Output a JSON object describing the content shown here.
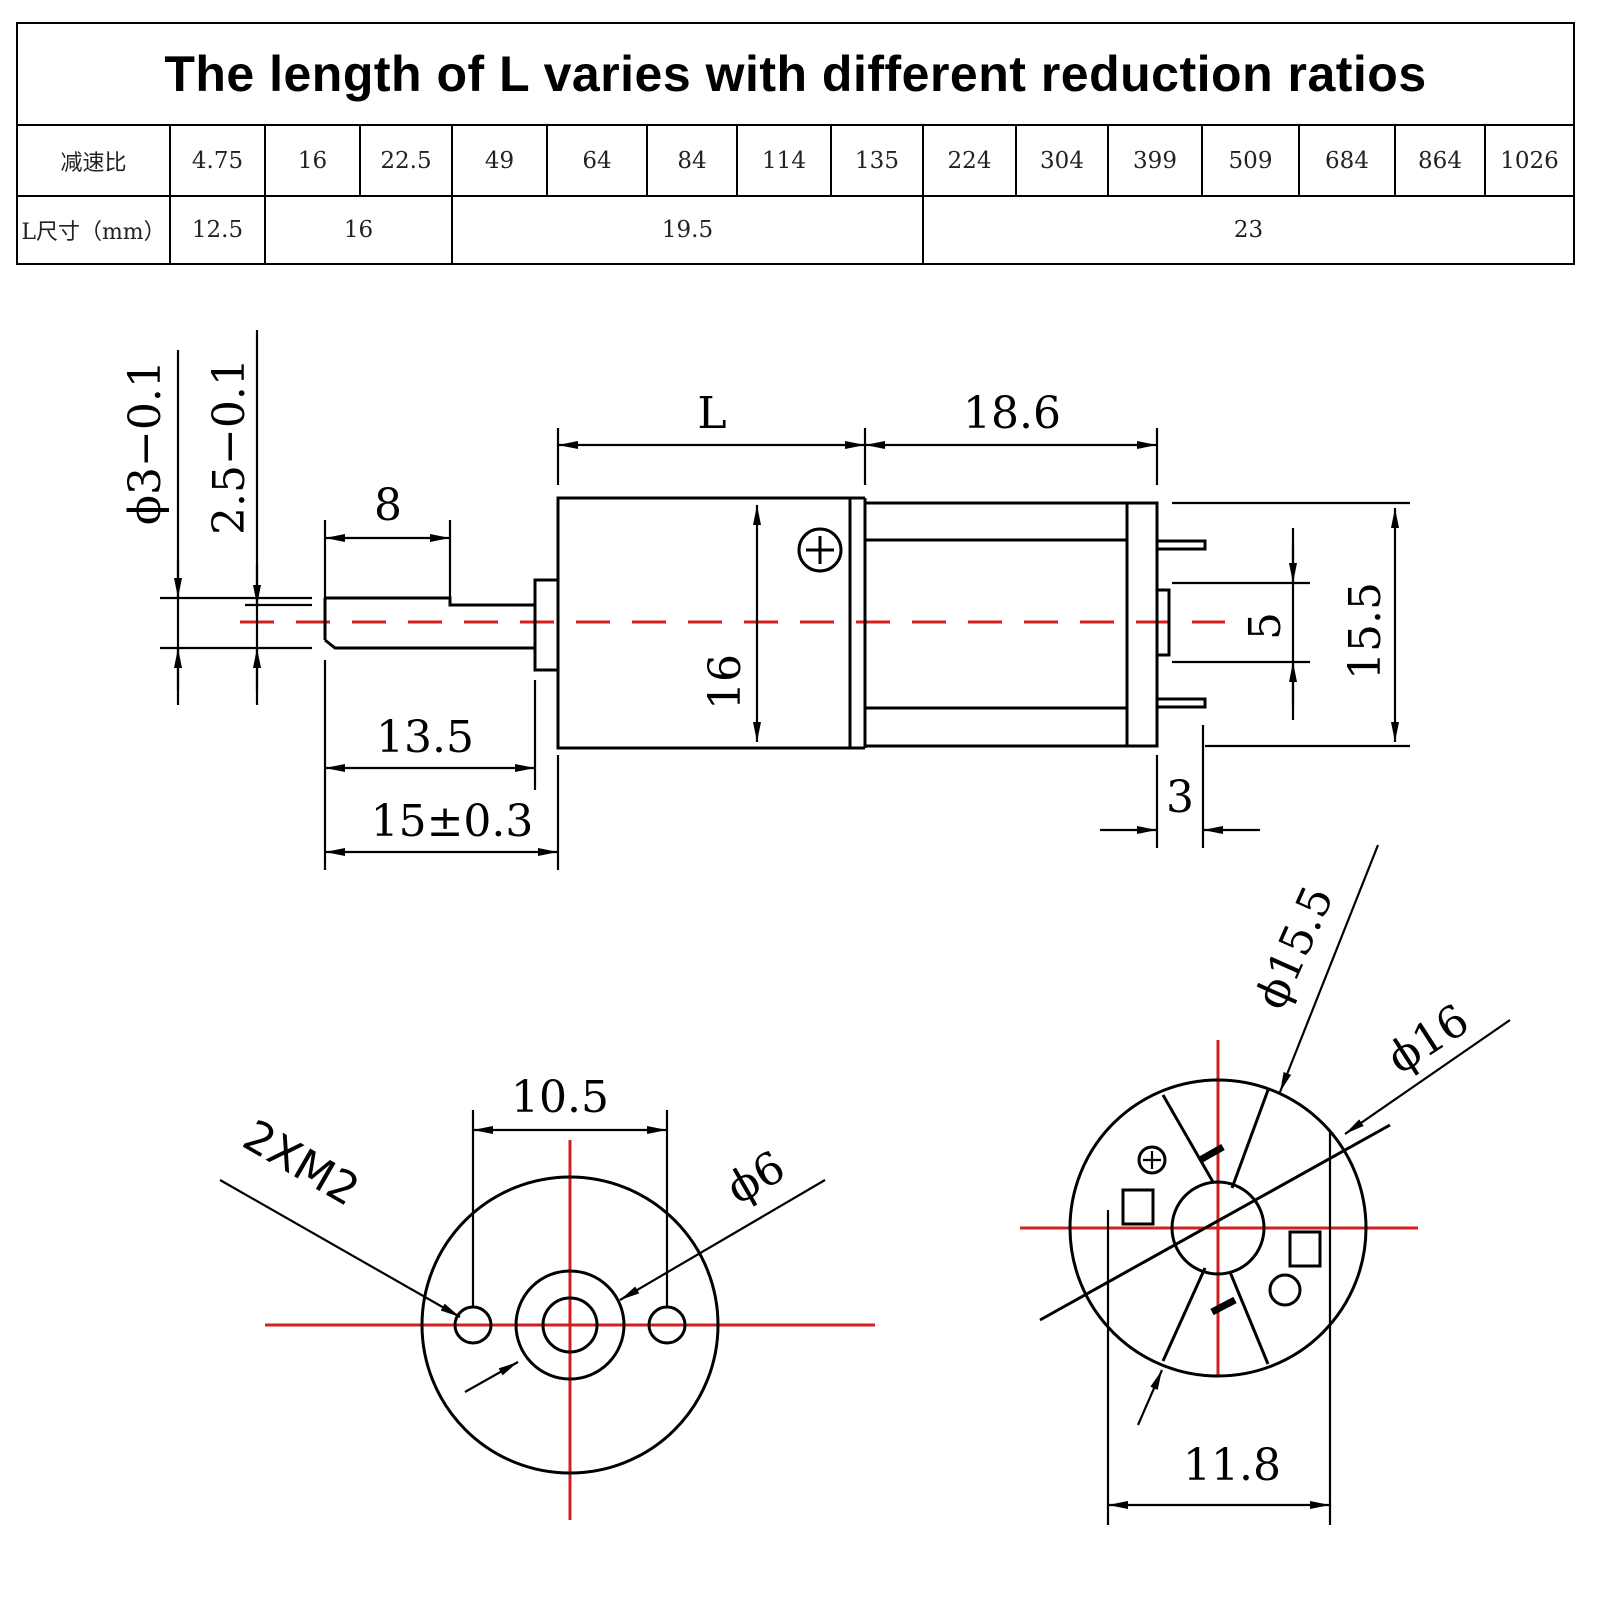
{
  "table": {
    "title": "The length of L varies with different reduction ratios",
    "ratio_label": "减速比",
    "ratios": [
      "4.75",
      "16",
      "22.5",
      "49",
      "64",
      "84",
      "114",
      "135",
      "224",
      "304",
      "399",
      "509",
      "684",
      "864",
      "1026"
    ],
    "length_label": "L尺寸（mm）",
    "lengths": [
      {
        "value": "12.5",
        "span": 1
      },
      {
        "value": "16",
        "span": 2
      },
      {
        "value": "19.5",
        "span": 5
      },
      {
        "value": "23",
        "span": 7
      }
    ]
  },
  "drawing": {
    "shaft_dia": "ϕ3−0.1",
    "flat_dim": "2.5−0.1",
    "flat_len": "8",
    "shaft_exposed": "13.5",
    "shaft_total": "15±0.3",
    "gear_len": "L",
    "motor_len": "18.6",
    "body_dia": "16",
    "motor_dia": "15.5",
    "terminal_gap": "5",
    "end_cap": "3",
    "hole_spacing": "10.5",
    "thread": "2XM2",
    "boss_dia": "ϕ6",
    "rear_dia_outer": "ϕ16",
    "rear_dia_inner": "ϕ15.5",
    "terminal_span": "11.8"
  }
}
